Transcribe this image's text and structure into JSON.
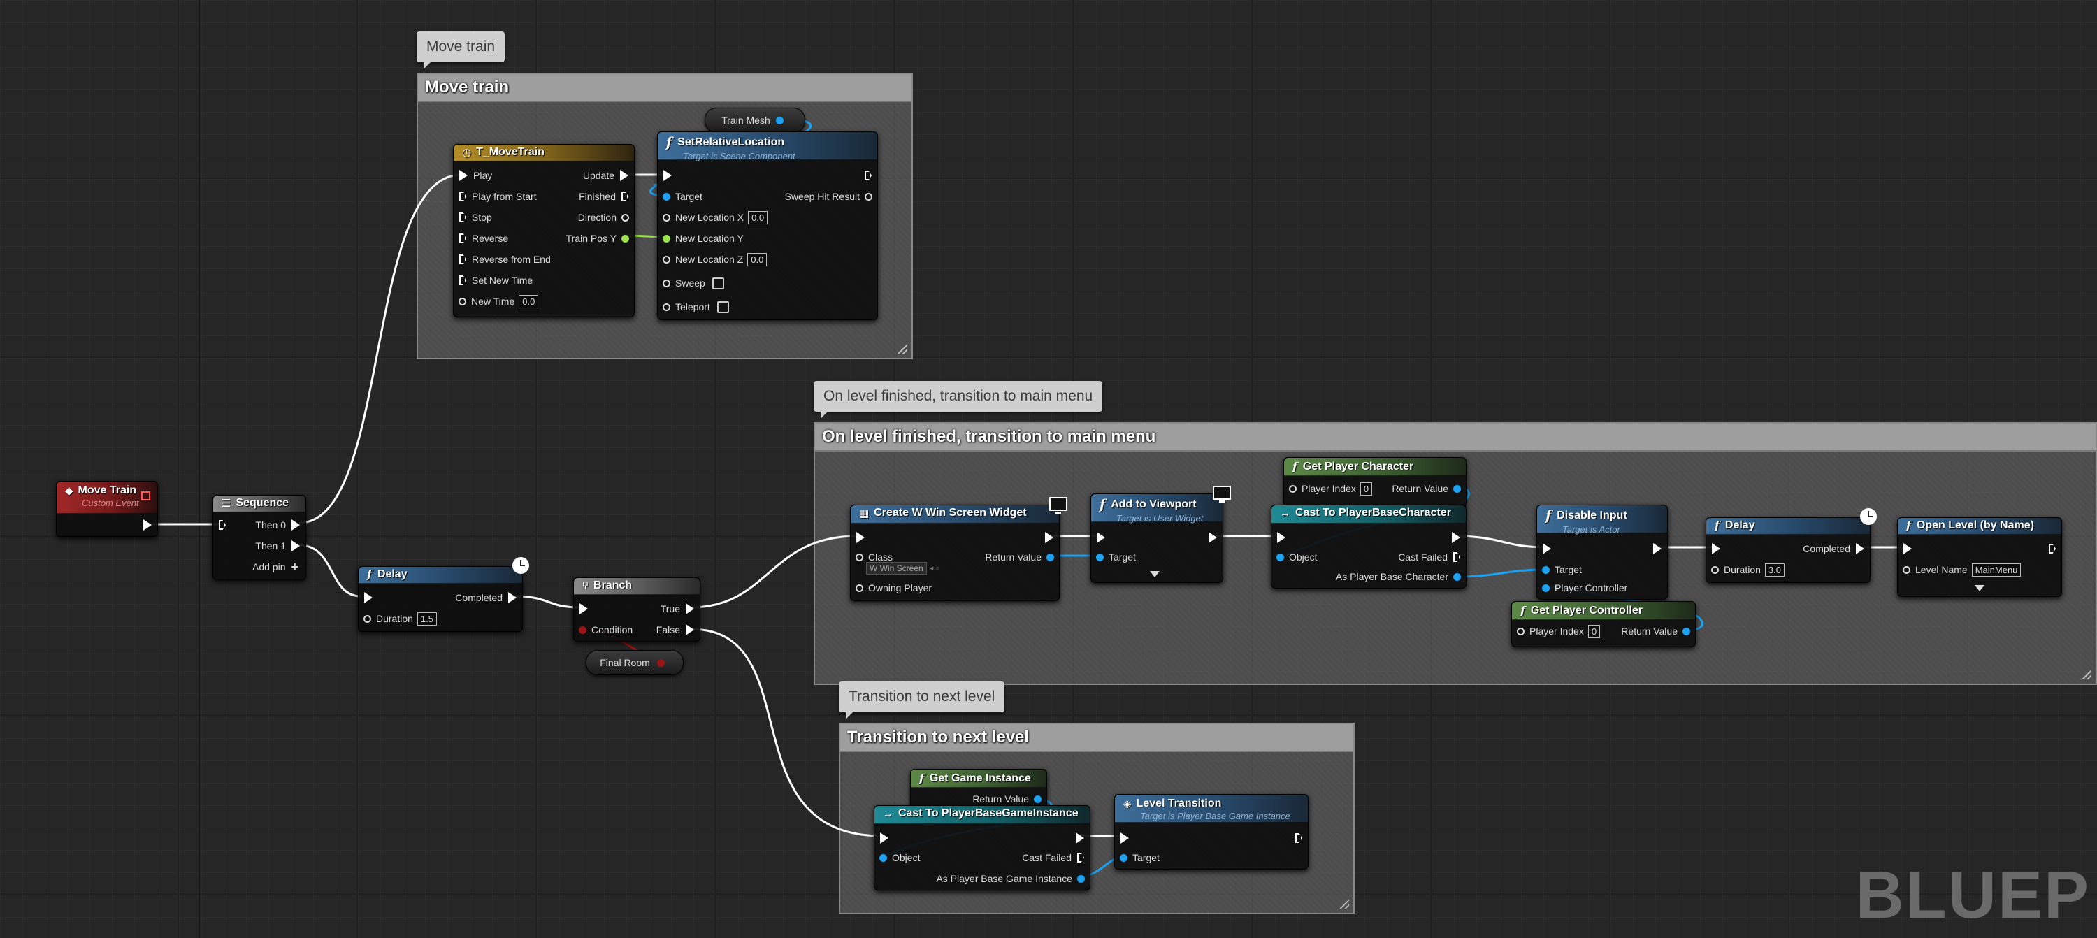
{
  "comments": {
    "move_train": "Move train",
    "level_finished": "On level finished, transition to main menu",
    "next_level": "Transition to next level"
  },
  "nodes": {
    "move_train_event": {
      "title": "Move Train",
      "subtitle": "Custom Event"
    },
    "sequence": {
      "title": "Sequence",
      "then0": "Then 0",
      "then1": "Then 1",
      "add_pin": "Add pin"
    },
    "delay1": {
      "title": "Delay",
      "completed": "Completed",
      "duration_label": "Duration",
      "duration": "1.5"
    },
    "branch": {
      "title": "Branch",
      "condition": "Condition",
      "true_label": "True",
      "false_label": "False"
    },
    "final_room": {
      "label": "Final Room"
    },
    "timeline": {
      "title": "T_MoveTrain",
      "play": "Play",
      "play_from_start": "Play from Start",
      "stop": "Stop",
      "reverse": "Reverse",
      "reverse_from_end": "Reverse from End",
      "set_new_time": "Set New Time",
      "new_time_label": "New Time",
      "new_time": "0.0",
      "update": "Update",
      "finished": "Finished",
      "direction": "Direction",
      "train_pos_y": "Train Pos Y"
    },
    "train_mesh": {
      "label": "Train Mesh"
    },
    "set_rel_loc": {
      "title": "SetRelativeLocation",
      "subtitle": "Target is Scene Component",
      "target": "Target",
      "sweep_hit": "Sweep Hit Result",
      "new_x": "New Location X",
      "new_x_val": "0.0",
      "new_y": "New Location Y",
      "new_z": "New Location Z",
      "new_z_val": "0.0",
      "sweep": "Sweep",
      "teleport": "Teleport"
    },
    "create_widget": {
      "title": "Create W Win Screen Widget",
      "class_label": "Class",
      "class_value": "W Win Screen",
      "return_value": "Return Value",
      "owning_player": "Owning Player"
    },
    "add_viewport": {
      "title": "Add to Viewport",
      "subtitle": "Target is User Widget",
      "target": "Target"
    },
    "get_player_char": {
      "title": "Get Player Character",
      "player_index": "Player Index",
      "index_val": "0",
      "return_value": "Return Value"
    },
    "cast_char": {
      "title": "Cast To PlayerBaseCharacter",
      "object": "Object",
      "cast_failed": "Cast Failed",
      "as_char": "As Player Base Character"
    },
    "disable_input": {
      "title": "Disable Input",
      "subtitle": "Target is Actor",
      "target": "Target",
      "player_controller": "Player Controller"
    },
    "get_player_ctrl": {
      "title": "Get Player Controller",
      "player_index": "Player Index",
      "index_val": "0",
      "return_value": "Return Value"
    },
    "delay2": {
      "title": "Delay",
      "completed": "Completed",
      "duration_label": "Duration",
      "duration": "3.0"
    },
    "open_level": {
      "title": "Open Level (by Name)",
      "level_name_label": "Level Name",
      "level_name": "MainMenu"
    },
    "get_game_instance": {
      "title": "Get Game Instance",
      "return_value": "Return Value"
    },
    "cast_gi": {
      "title": "Cast To PlayerBaseGameInstance",
      "object": "Object",
      "cast_failed": "Cast Failed",
      "as_gi": "As Player Base Game Instance"
    },
    "level_transition": {
      "title": "Level Transition",
      "subtitle": "Target is Player Base Game Instance",
      "target": "Target"
    }
  },
  "watermark": "BLUEP",
  "colors": {
    "exec": "#ffffff",
    "object": "#1ca2f0",
    "float": "#9be04f",
    "bool": "#9a1515",
    "wire_exec": "#ffffff",
    "wire_object": "#1ca2f0"
  }
}
